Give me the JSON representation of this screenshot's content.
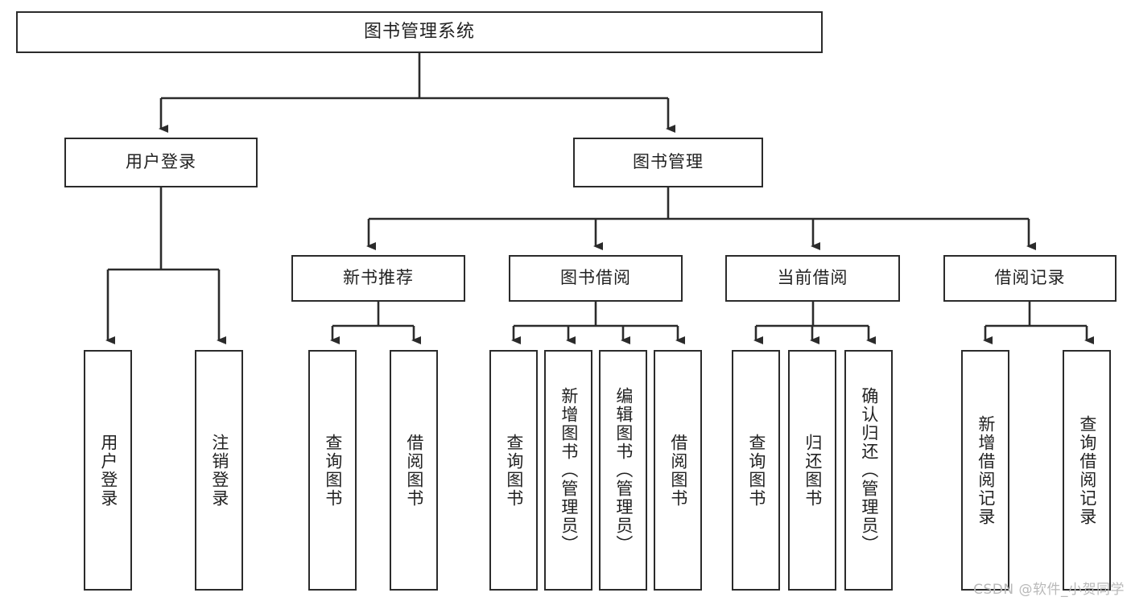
{
  "diagram": {
    "title_node": "图书管理系统",
    "level2": [
      {
        "id": "user-login",
        "label": "用户登录"
      },
      {
        "id": "book-manage",
        "label": "图书管理"
      }
    ],
    "level3": [
      {
        "id": "new-book-recommend",
        "label": "新书推荐"
      },
      {
        "id": "book-borrow",
        "label": "图书借阅"
      },
      {
        "id": "current-borrow",
        "label": "当前借阅"
      },
      {
        "id": "borrow-record",
        "label": "借阅记录"
      }
    ],
    "leaves": {
      "user_login": [
        {
          "id": "leaf-user-login",
          "label": "用户登录"
        },
        {
          "id": "leaf-logout-login",
          "label": "注销登录"
        }
      ],
      "new_book_recommend": [
        {
          "id": "leaf-query-book-1",
          "label": "查询图书"
        },
        {
          "id": "leaf-borrow-book-1",
          "label": "借阅图书"
        }
      ],
      "book_borrow": [
        {
          "id": "leaf-query-book-2",
          "label": "查询图书"
        },
        {
          "id": "leaf-add-book",
          "label": "新增图书（管理员）"
        },
        {
          "id": "leaf-edit-book",
          "label": "编辑图书（管理员）"
        },
        {
          "id": "leaf-borrow-book-2",
          "label": "借阅图书"
        }
      ],
      "current_borrow": [
        {
          "id": "leaf-query-book-3",
          "label": "查询图书"
        },
        {
          "id": "leaf-return-book",
          "label": "归还图书"
        },
        {
          "id": "leaf-confirm-return",
          "label": "确认归还（管理员）"
        }
      ],
      "borrow_record": [
        {
          "id": "leaf-add-record",
          "label": "新增借阅记录"
        },
        {
          "id": "leaf-query-record",
          "label": "查询借阅记录"
        }
      ]
    }
  },
  "watermark": {
    "text": "CSDN @软件_小贺同学"
  },
  "colors": {
    "box_border": "#2b2b2b",
    "box_fill": "#ffffff",
    "connector": "#2b2b2b",
    "text": "#222222",
    "watermark": "#b9b9b9"
  }
}
